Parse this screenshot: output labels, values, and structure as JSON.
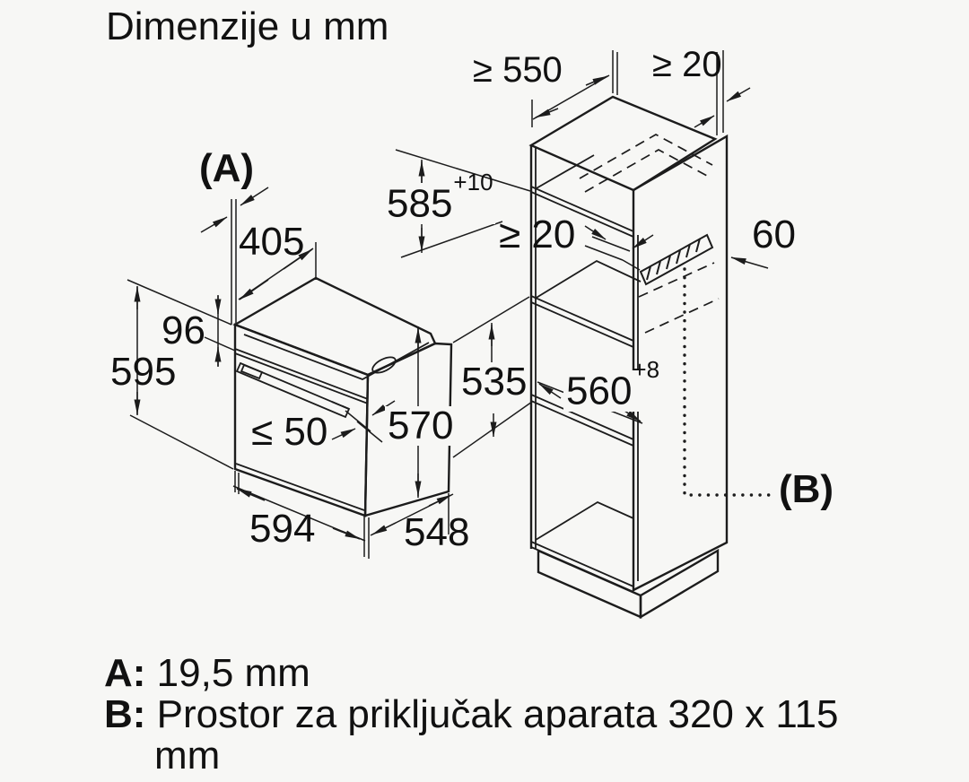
{
  "title": "Dimenzije u mm",
  "colors": {
    "line": "#1c1c1c",
    "text": "#111111",
    "background": "#f7f7f5"
  },
  "dims": {
    "counter_depth": "≥ 550",
    "wall_gap": "≥ 20",
    "ref_a": "(A)",
    "top_recess_depth": "405",
    "niche_height": {
      "base": "585",
      "sup": "+10"
    },
    "rear_vent_gap": "≥ 20",
    "rear_duct": "60",
    "panel_height": "96",
    "total_height": "595",
    "handle_depth": "≤ 50",
    "body_height": "570",
    "lower_clearance": "535",
    "niche_width": {
      "base": "560",
      "sup": "+8"
    },
    "front_width": "594",
    "body_depth": "548",
    "ref_b": "(B)"
  },
  "notes": {
    "a_prefix": "A:",
    "a_text": "19,5 mm",
    "b_prefix": "B:",
    "b_text": "Prostor za priključak aparata 320 x 115 mm"
  }
}
